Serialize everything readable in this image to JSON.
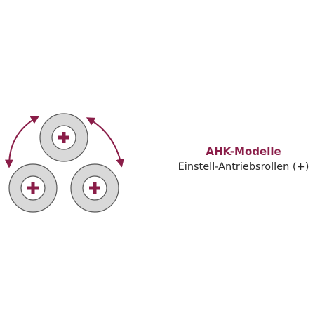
{
  "caption": {
    "title": "AHK-Modelle",
    "subtitle": "Einstell-Antriebsrollen (+)"
  },
  "rollers": [
    {
      "name": "roller-top",
      "symbol": "+"
    },
    {
      "name": "roller-bottom-left",
      "symbol": "+"
    },
    {
      "name": "roller-bottom-right",
      "symbol": "+"
    }
  ],
  "arrows": [
    {
      "name": "left-rotation-arrow",
      "direction": "bidirectional"
    },
    {
      "name": "right-rotation-arrow",
      "direction": "bidirectional"
    }
  ],
  "colors": {
    "accent": "#8a1d48",
    "roller_fill": "#d9d9d9",
    "roller_outline": "#5a5a5a",
    "hub_fill": "#ffffff",
    "text": "#2a2a2a"
  }
}
